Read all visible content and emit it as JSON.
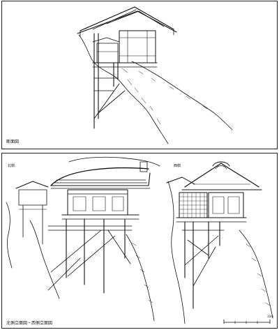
{
  "figure": {
    "top_caption": "断面図",
    "bottom_caption": "北側立面図・西側立面図",
    "north_label": "北側",
    "west_label": "西側",
    "scale_label": "10m"
  }
}
